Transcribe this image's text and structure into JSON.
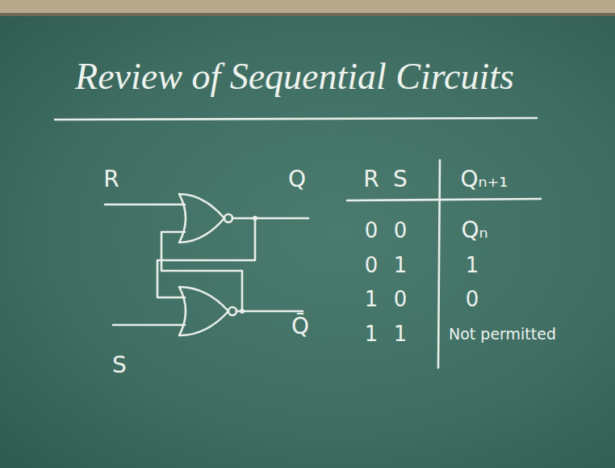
{
  "diagram": {
    "title": "Review of Sequential Circuits",
    "labels": [
      "R",
      "Q",
      "S",
      "Q̄",
      "R",
      "S",
      "Qₙ₊₁",
      "0",
      "0",
      "Qₙ",
      "0",
      "1",
      "1",
      "1",
      "0",
      "0",
      "1",
      "1",
      "Not permitted"
    ]
  }
}
